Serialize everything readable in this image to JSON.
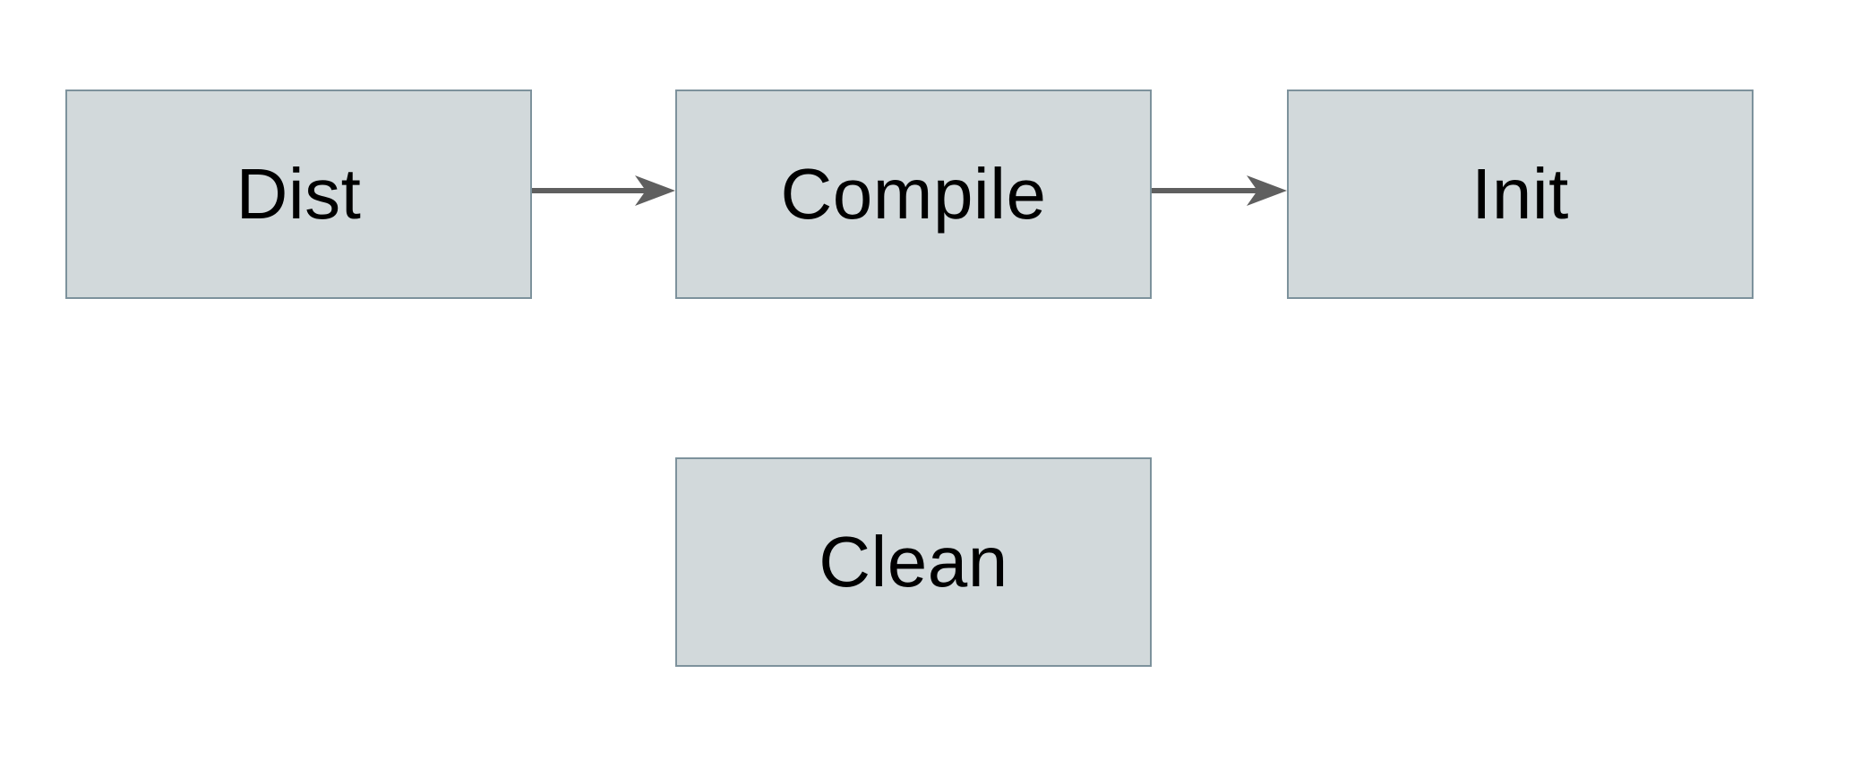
{
  "diagram": {
    "nodes": [
      {
        "id": "dist",
        "label": "Dist"
      },
      {
        "id": "compile",
        "label": "Compile"
      },
      {
        "id": "init",
        "label": "Init"
      },
      {
        "id": "clean",
        "label": "Clean"
      }
    ],
    "edges": [
      {
        "from": "dist",
        "to": "compile"
      },
      {
        "from": "compile",
        "to": "init"
      }
    ],
    "colors": {
      "background": "#ffffff",
      "node_fill": "#d2d9db",
      "node_border": "#7d929c",
      "arrow": "#5f5f5f",
      "text": "#000000"
    }
  }
}
